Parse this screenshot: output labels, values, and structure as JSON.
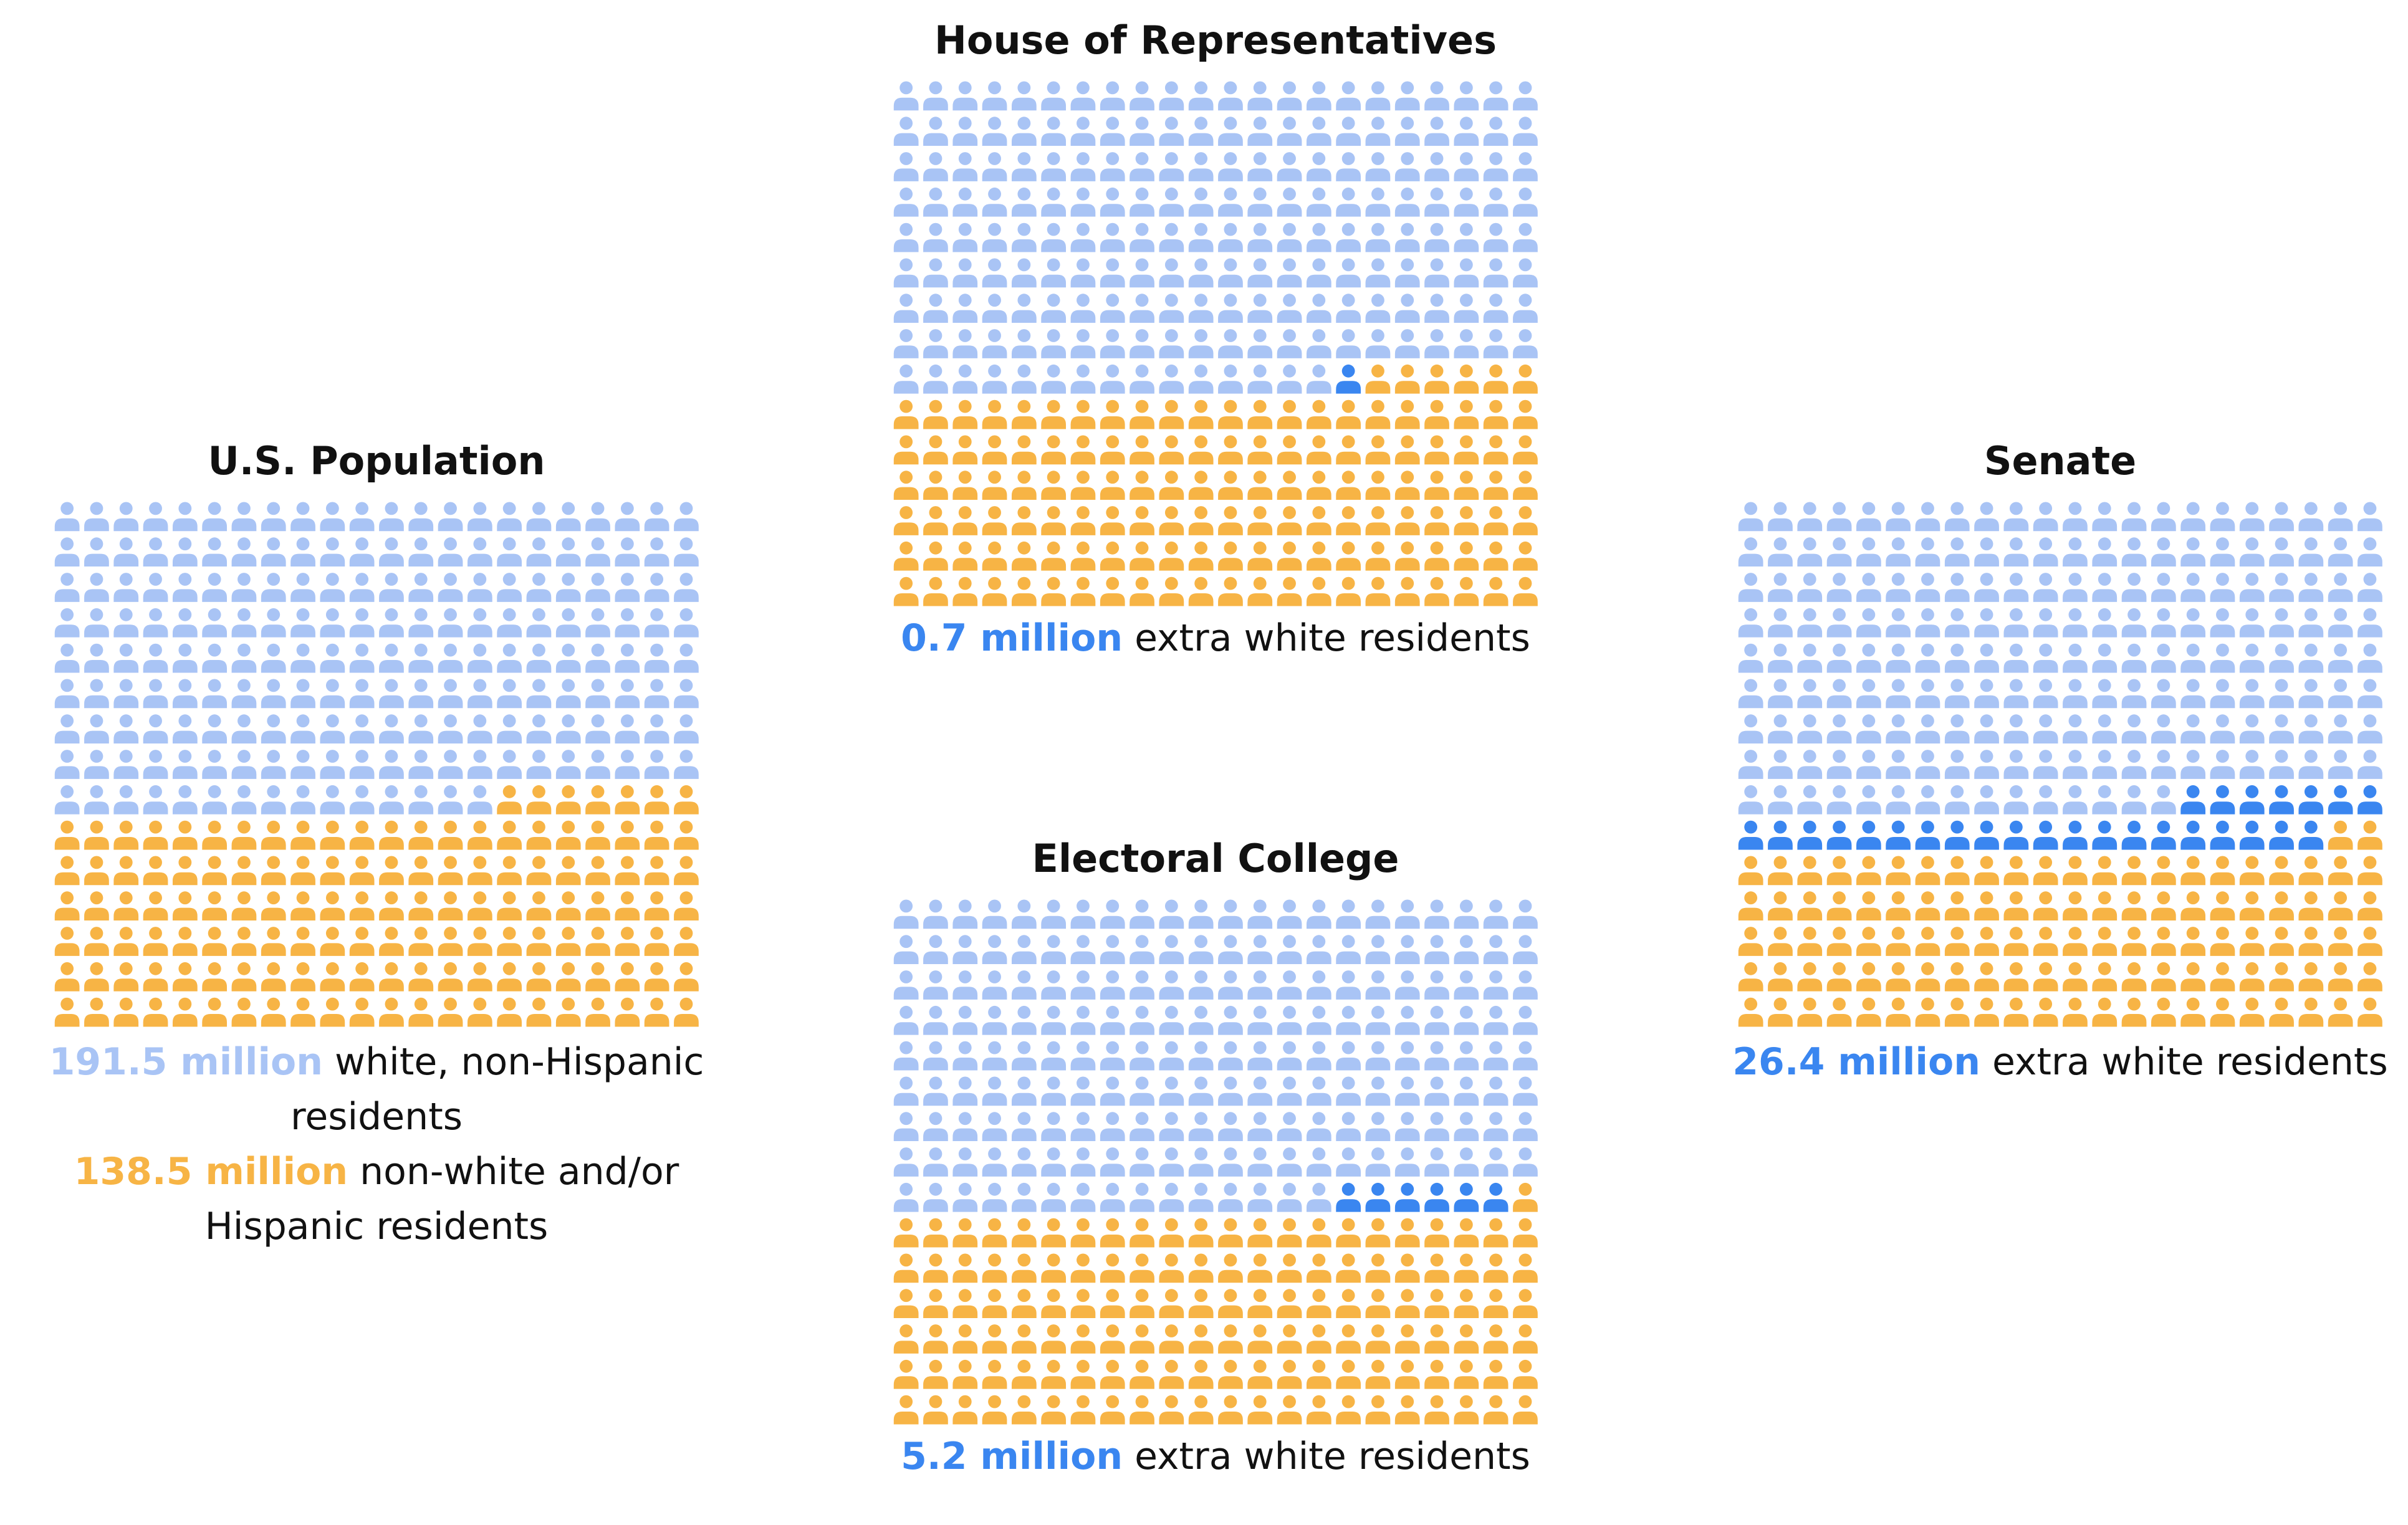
{
  "colors": {
    "white_non_hispanic": "#a9c4f5",
    "non_white_or_hispanic": "#f7b445",
    "extra_white": "#3a86f0",
    "text": "#111111"
  },
  "icon": "person-icon",
  "panels": {
    "pop": {
      "title": "U.S. Population",
      "lines": [
        {
          "value": "191.5 million",
          "text": " white, non-Hispanic residents"
        },
        {
          "value": "138.5 million",
          "text": " non-white and/or Hispanic residents"
        }
      ]
    },
    "house": {
      "title": "House of Representatives",
      "lines": [
        {
          "value": "0.7 million",
          "text": " extra white residents"
        }
      ]
    },
    "ec": {
      "title": "Electoral College",
      "lines": [
        {
          "value": "5.2 million",
          "text": " extra white residents"
        }
      ]
    },
    "sen": {
      "title": "Senate",
      "lines": [
        {
          "value": "26.4 million",
          "text": " extra white residents"
        }
      ]
    }
  },
  "chart_data": [
    {
      "type": "waffle",
      "title": "U.S. Population",
      "grid": {
        "rows": 15,
        "cols": 22
      },
      "units": "million residents",
      "series": [
        {
          "name": "white, non-Hispanic residents",
          "values": [
            191.5
          ]
        },
        {
          "name": "non-white and/or Hispanic residents",
          "values": [
            138.5
          ]
        }
      ]
    },
    {
      "type": "waffle",
      "title": "House of Representatives",
      "grid": {
        "rows": 15,
        "cols": 22
      },
      "units": "million residents",
      "series": [
        {
          "name": "white, non-Hispanic residents",
          "values": [
            191.5
          ]
        },
        {
          "name": "extra white residents",
          "values": [
            0.7
          ]
        },
        {
          "name": "non-white and/or Hispanic residents",
          "values": [
            137.8
          ]
        }
      ]
    },
    {
      "type": "waffle",
      "title": "Electoral College",
      "grid": {
        "rows": 15,
        "cols": 22
      },
      "units": "million residents",
      "series": [
        {
          "name": "white, non-Hispanic residents",
          "values": [
            191.5
          ]
        },
        {
          "name": "extra white residents",
          "values": [
            5.2
          ]
        },
        {
          "name": "non-white and/or Hispanic residents",
          "values": [
            133.3
          ]
        }
      ]
    },
    {
      "type": "waffle",
      "title": "Senate",
      "grid": {
        "rows": 15,
        "cols": 22
      },
      "units": "million residents",
      "series": [
        {
          "name": "white, non-Hispanic residents",
          "values": [
            191.5
          ]
        },
        {
          "name": "extra white residents",
          "values": [
            26.4
          ]
        },
        {
          "name": "non-white and/or Hispanic residents",
          "values": [
            112.1
          ]
        }
      ]
    }
  ]
}
